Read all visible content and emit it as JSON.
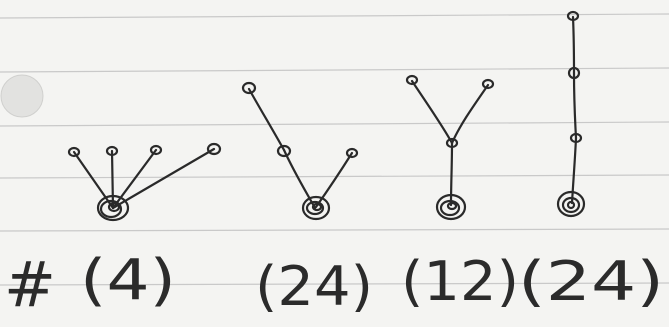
{
  "paper": {
    "background": "#f4f4f2",
    "rule_color": "#c9c9c9",
    "hole_color": "#e2e2e0",
    "ink_color": "#2a2a2a"
  },
  "prefix_symbol": "#",
  "graphs": [
    {
      "name": "star",
      "label": "(4)"
    },
    {
      "name": "v-branch",
      "label": "(24)"
    },
    {
      "name": "y-branch",
      "label": "(12)"
    },
    {
      "name": "path",
      "label": "(24)"
    }
  ]
}
